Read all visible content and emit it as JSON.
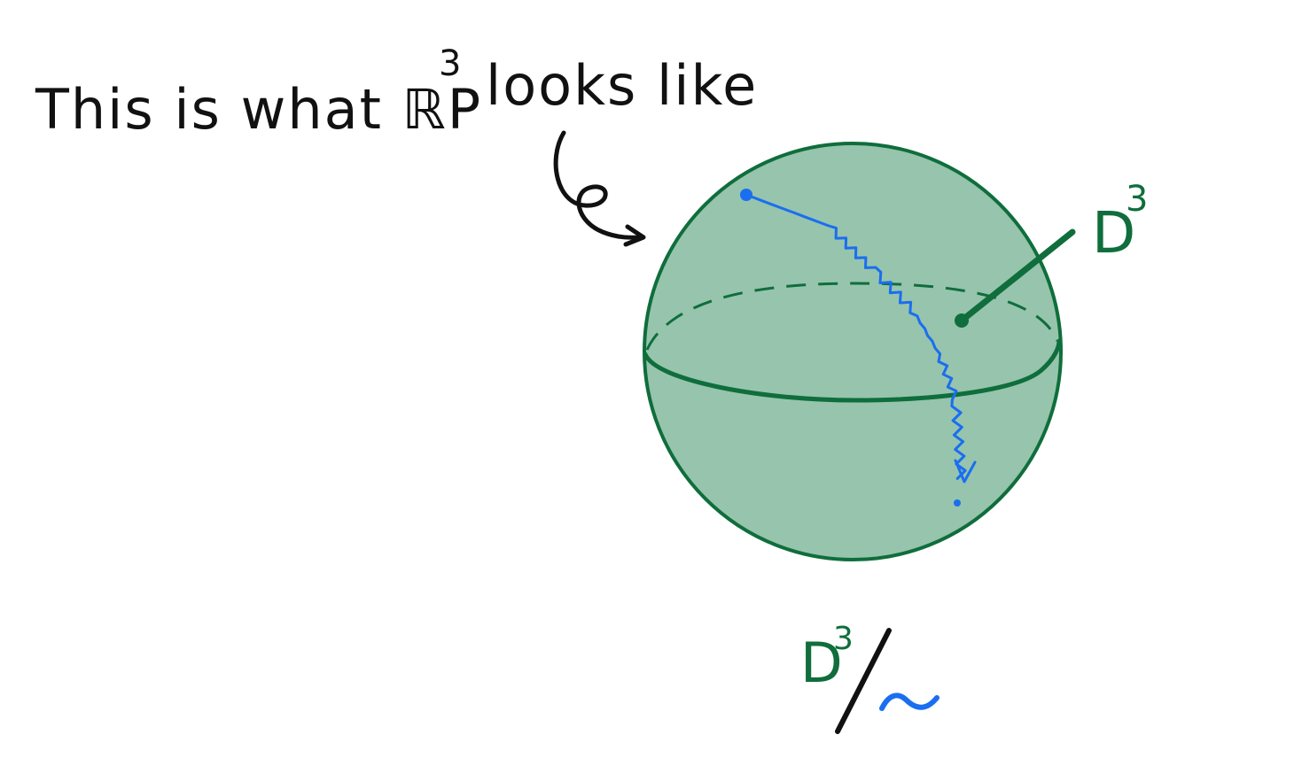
{
  "caption": {
    "text": "This is what ℝP",
    "superscript": "3",
    "suffix": "looks like"
  },
  "ball_label": {
    "base": "D",
    "superscript": "3"
  },
  "quotient_label": {
    "base": "D",
    "superscript": "3"
  },
  "colors": {
    "ball_fill": "#97c4ad",
    "ball_stroke": "#0f6e3c",
    "ink": "#111111",
    "path": "#1a6ef0"
  }
}
